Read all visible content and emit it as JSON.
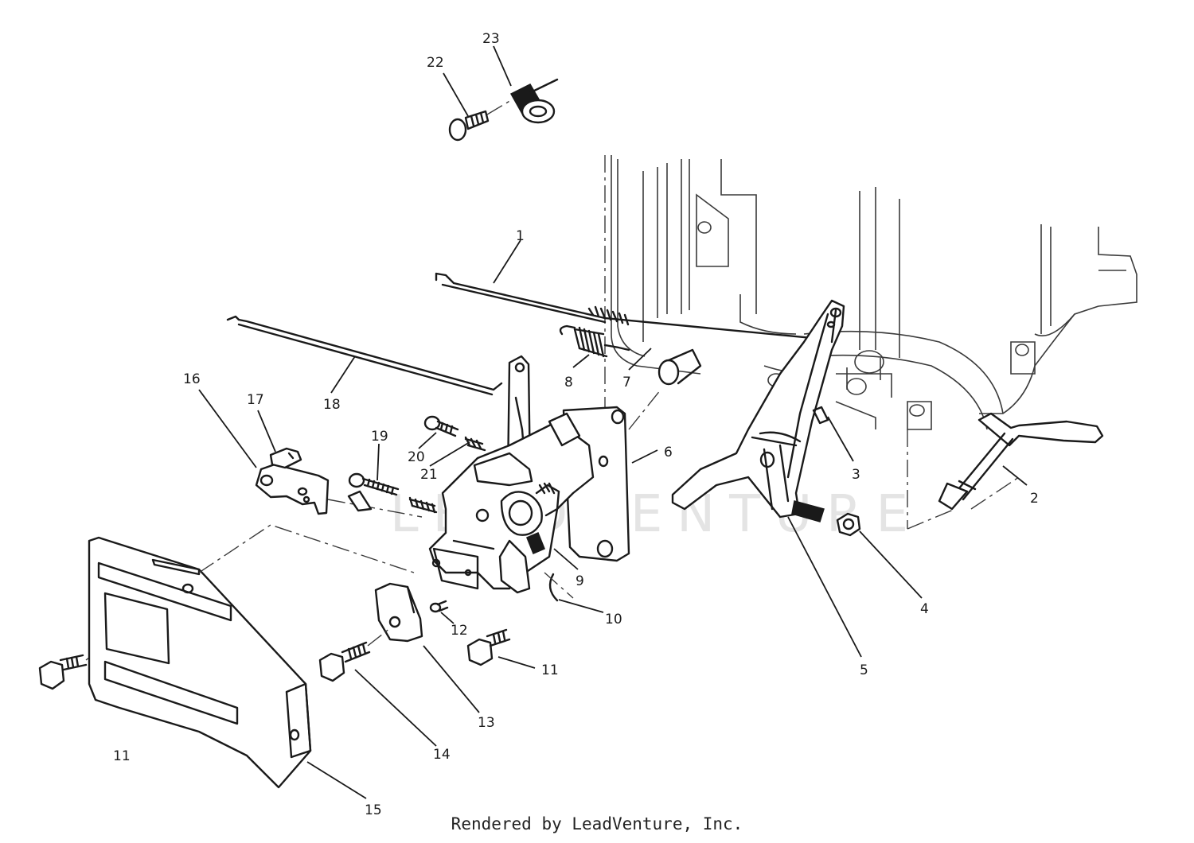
{
  "diagram": {
    "watermark": "LEADVENTURE",
    "credit": "Rendered by LeadVenture, Inc.",
    "callouts": [
      {
        "id": "c1",
        "label": "1"
      },
      {
        "id": "c2",
        "label": "2"
      },
      {
        "id": "c3",
        "label": "3"
      },
      {
        "id": "c4",
        "label": "4"
      },
      {
        "id": "c5",
        "label": "5"
      },
      {
        "id": "c6",
        "label": "6"
      },
      {
        "id": "c7",
        "label": "7"
      },
      {
        "id": "c8",
        "label": "8"
      },
      {
        "id": "c9",
        "label": "9"
      },
      {
        "id": "c10",
        "label": "10"
      },
      {
        "id": "c11a",
        "label": "11"
      },
      {
        "id": "c11b",
        "label": "11"
      },
      {
        "id": "c12",
        "label": "12"
      },
      {
        "id": "c13",
        "label": "13"
      },
      {
        "id": "c14",
        "label": "14"
      },
      {
        "id": "c15",
        "label": "15"
      },
      {
        "id": "c16",
        "label": "16"
      },
      {
        "id": "c17",
        "label": "17"
      },
      {
        "id": "c18",
        "label": "18"
      },
      {
        "id": "c19",
        "label": "19"
      },
      {
        "id": "c20",
        "label": "20"
      },
      {
        "id": "c21",
        "label": "21"
      },
      {
        "id": "c22",
        "label": "22"
      },
      {
        "id": "c23",
        "label": "23"
      }
    ]
  }
}
